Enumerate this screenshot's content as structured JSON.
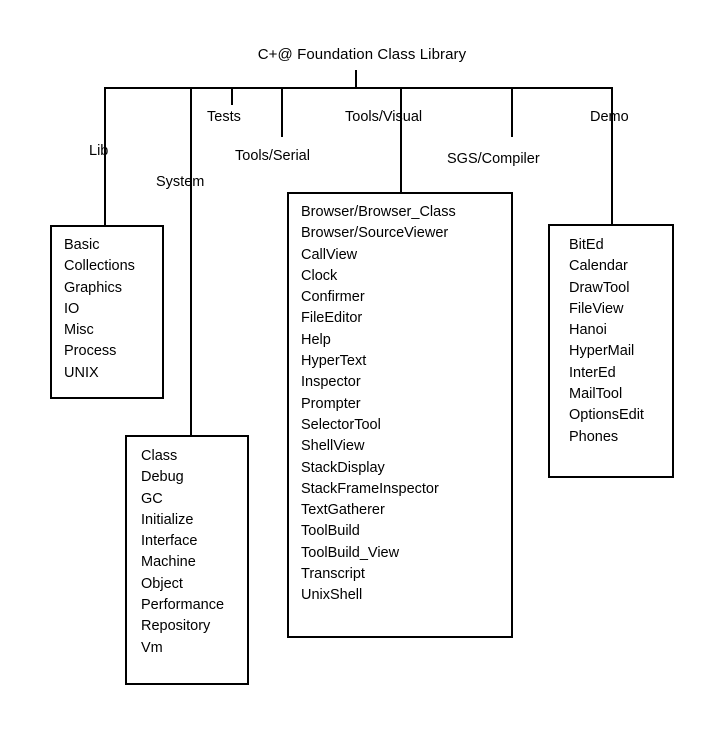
{
  "diagram": {
    "type": "tree",
    "root": {
      "label": "C+@ Foundation Class Library"
    },
    "branches": [
      {
        "label": "Lib"
      },
      {
        "label": "System"
      },
      {
        "label": "Tests"
      },
      {
        "label": "Tools/Serial"
      },
      {
        "label": "Tools/Visual"
      },
      {
        "label": "SGS/Compiler"
      },
      {
        "label": "Demo"
      }
    ],
    "boxes": {
      "lib": {
        "items": [
          "Basic",
          "Collections",
          "Graphics",
          "IO",
          "Misc",
          "Process",
          "UNIX"
        ]
      },
      "system": {
        "items": [
          "Class",
          "Debug",
          "GC",
          "Initialize",
          "Interface",
          "Machine",
          "Object",
          "Performance",
          "Repository",
          "Vm"
        ]
      },
      "tools_visual": {
        "items": [
          "Browser/Browser_Class",
          "Browser/SourceViewer",
          "CallView",
          "Clock",
          "Confirmer",
          "FileEditor",
          "Help",
          "HyperText",
          "Inspector",
          "Prompter",
          "SelectorTool",
          "ShellView",
          "StackDisplay",
          "StackFrameInspector",
          "TextGatherer",
          "ToolBuild",
          "ToolBuild_View",
          "Transcript",
          "UnixShell"
        ]
      },
      "demo": {
        "items": [
          "BitEd",
          "Calendar",
          "DrawTool",
          "FileView",
          "Hanoi",
          "HyperMail",
          "InterEd",
          "MailTool",
          "OptionsEdit",
          "Phones"
        ]
      }
    },
    "colors": {
      "line": "#000000",
      "text": "#000000",
      "background": "#ffffff"
    }
  }
}
